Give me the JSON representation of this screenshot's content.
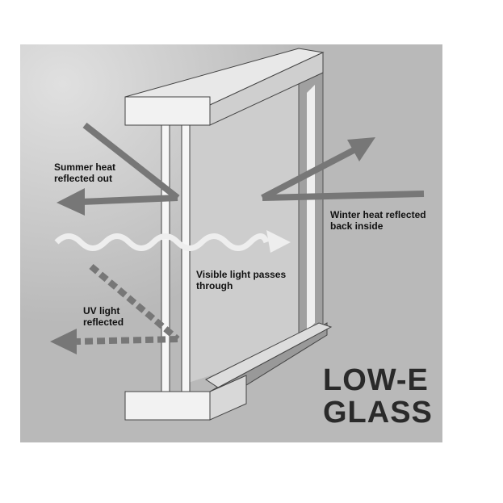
{
  "labels": {
    "summer": [
      "Summer heat",
      "reflected out"
    ],
    "winter": [
      "Winter heat reflected",
      "back inside"
    ],
    "visible": [
      "Visible light passes",
      "through"
    ],
    "uv": [
      "UV light",
      "reflected"
    ]
  },
  "title": [
    "LOW-E",
    "GLASS"
  ],
  "colors": {
    "background": "#b9b9b9",
    "arrow": "#777777",
    "frame": "#e6e6e6",
    "glass": "#cfcfcf"
  }
}
